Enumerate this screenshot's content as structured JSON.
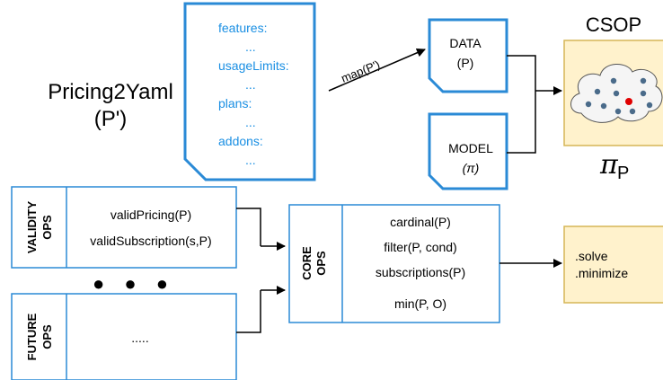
{
  "colors": {
    "doc_stroke": "#2a8ad6",
    "doc_text": "#1a8fe3",
    "csop_fill": "#fff2cc",
    "csop_stroke": "#d6b656",
    "cloud_fill": "#f5f5f5",
    "point_gray": "#4a6b8a",
    "point_red": "#e00000",
    "box_stroke": "#2a8ad6"
  },
  "title": {
    "line1": "Pricing2Yaml",
    "line2": "(P')"
  },
  "yaml_doc": {
    "lines": [
      "features:",
      "...",
      "usageLimits:",
      "...",
      "plans:",
      "...",
      "addons:",
      "..."
    ]
  },
  "map_label": "map(P')",
  "data_doc": {
    "line1": "DATA",
    "line2": "(P)"
  },
  "model_doc": {
    "line1": "MODEL",
    "line2": "(π)"
  },
  "csop": {
    "title": "CSOP",
    "caption_symbol": "π",
    "caption_sub": "P"
  },
  "validity": {
    "label_line1": "VALIDITY",
    "label_line2": "OPS",
    "ops": [
      "validPricing(P)",
      "validSubscription(s,P)"
    ]
  },
  "ellipsis_dots": "● ● ●",
  "future": {
    "label_line1": "FUTURE",
    "label_line2": "OPS",
    "content": "....."
  },
  "core": {
    "label_line1": "CORE",
    "label_line2": "OPS",
    "ops": [
      "cardinal(P)",
      "filter(P, cond)",
      "subscriptions(P)",
      "min(P, O)"
    ]
  },
  "solve_box": {
    "lines": [
      ".solve",
      ".minimize"
    ]
  }
}
